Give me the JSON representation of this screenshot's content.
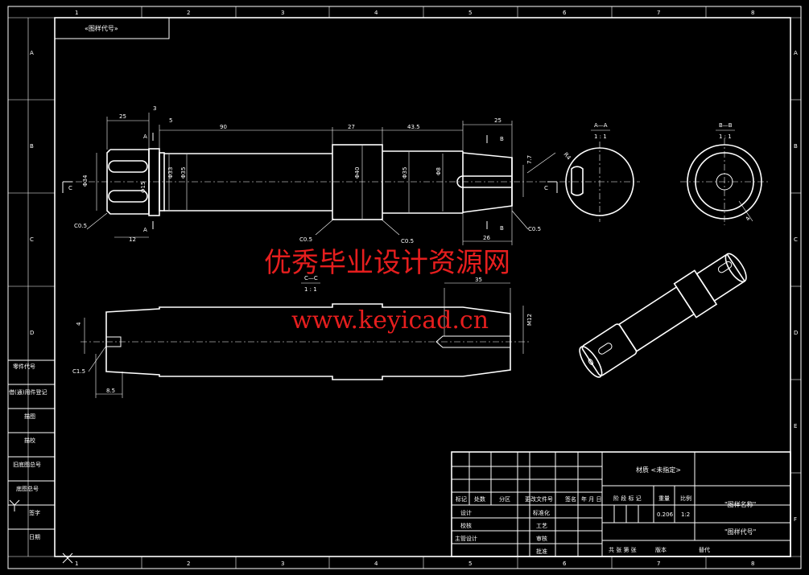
{
  "border": {
    "columns": [
      "1",
      "2",
      "3",
      "4",
      "5",
      "6",
      "7",
      "8"
    ],
    "rows": [
      "A",
      "B",
      "C",
      "D",
      "E",
      "F"
    ]
  },
  "header_tag": "«图样代号»",
  "left_strip": [
    "零件代号",
    "借(通)用件登记",
    "描图",
    "描校",
    "旧底图总号",
    "底图总号",
    "签字",
    "日期"
  ],
  "dims": {
    "d25a": "25",
    "d3": "3",
    "d5": "5",
    "d90": "90",
    "d27": "27",
    "d43_5": "43.5",
    "d25b": "25",
    "phi34": "Φ34",
    "phi15": "Φ15",
    "phi33": "Φ33",
    "phi35": "Φ35",
    "phi40": "Φ40",
    "phi35b": "Φ35",
    "phi8": "Φ8",
    "d12": "12",
    "d26": "26",
    "d35": "35",
    "d7_7": "7.7",
    "d8_5": "8.5",
    "d4": "4",
    "c05a": "C0.5",
    "c05b": "C0.5",
    "c05c": "C0.5",
    "c05d": "C0.5",
    "c15": "C1.5",
    "m12": "M12",
    "r4": "R4",
    "secA": "A",
    "secA2": "A",
    "secB": "B",
    "secB2": "B",
    "secC": "C",
    "secC2": "C",
    "viewAA": "A—A",
    "viewBB": "B—B",
    "viewCC": "C—C",
    "scale11a": "1 : 1",
    "scale11b": "1 : 1",
    "scale11c": "1 : 1"
  },
  "watermark": {
    "line1": "优秀毕业设计资源网",
    "line2": "www.keyicad.cn",
    "color": "#e61e1e"
  },
  "title_block": {
    "material": "材质 <未指定>",
    "drawing_name": "\"图样名称\"",
    "drawing_code": "\"图样代号\"",
    "hdr": [
      "标记",
      "处数",
      "分区",
      "更改文件号",
      "签名",
      "年 月 日"
    ],
    "stage_label": "阶 段 标 记",
    "weight_label": "重量",
    "ratio_label": "比例",
    "weight": "0.206",
    "ratio": "1:2",
    "rows": [
      {
        "l": "设计",
        "m": "标准化"
      },
      {
        "l": "校核",
        "m": "工艺"
      },
      {
        "l": "主管设计",
        "m": "审核"
      },
      {
        "l": "",
        "m": "批准"
      }
    ],
    "sheets": "共  张  第  张",
    "version": "版本",
    "replace": "替代"
  }
}
